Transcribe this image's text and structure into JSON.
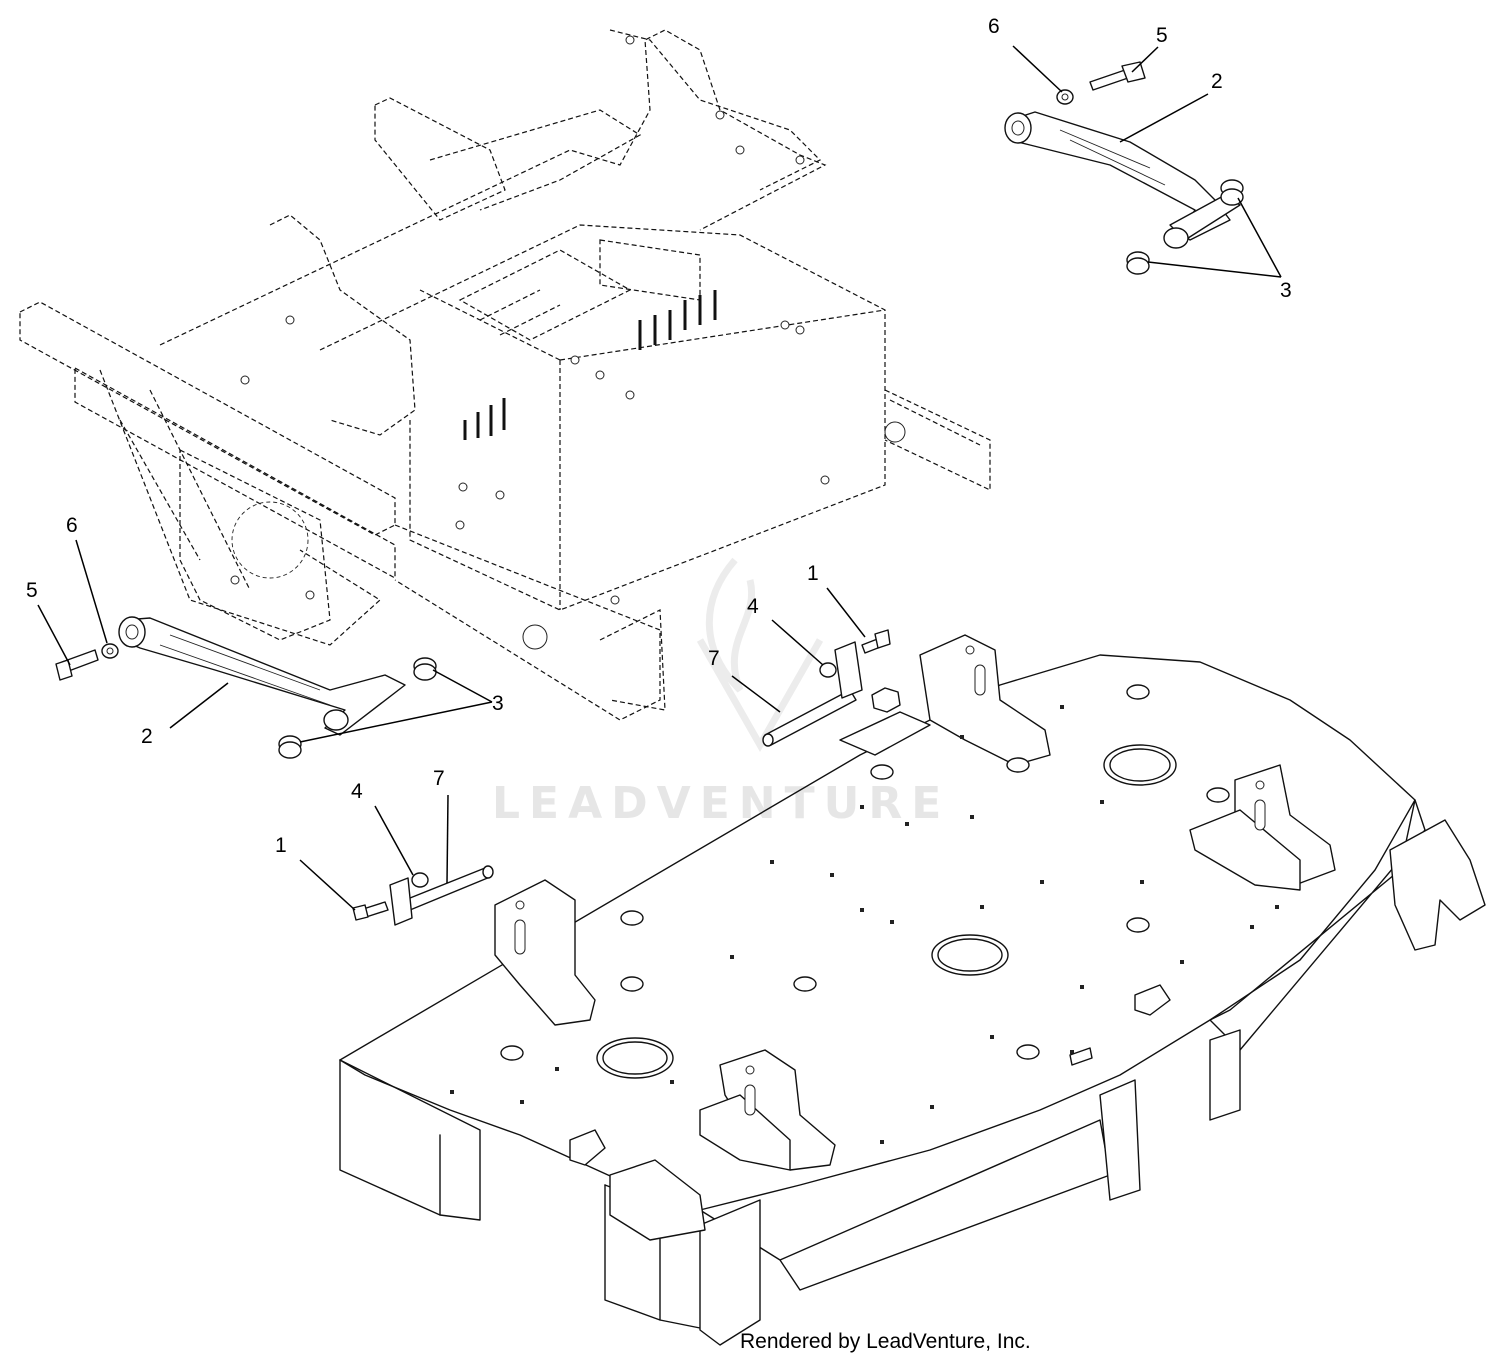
{
  "watermark": {
    "text": "LEADVENTURE"
  },
  "footer": {
    "text": "Rendered by LeadVenture, Inc."
  },
  "callouts": [
    {
      "id": "c-6-top",
      "label": "6"
    },
    {
      "id": "c-5-top",
      "label": "5"
    },
    {
      "id": "c-2-top",
      "label": "2"
    },
    {
      "id": "c-3-top",
      "label": "3"
    },
    {
      "id": "c-6-left",
      "label": "6"
    },
    {
      "id": "c-5-left",
      "label": "5"
    },
    {
      "id": "c-2-left",
      "label": "2"
    },
    {
      "id": "c-3-left",
      "label": "3"
    },
    {
      "id": "c-1-mid",
      "label": "1"
    },
    {
      "id": "c-4-mid",
      "label": "4"
    },
    {
      "id": "c-7-mid",
      "label": "7"
    },
    {
      "id": "c-1-low",
      "label": "1"
    },
    {
      "id": "c-4-low",
      "label": "4"
    },
    {
      "id": "c-7-low",
      "label": "7"
    }
  ]
}
